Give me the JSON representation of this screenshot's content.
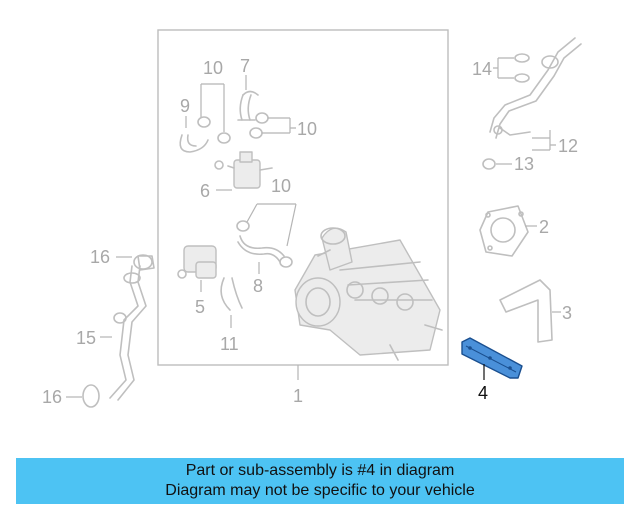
{
  "callouts": {
    "n1": "1",
    "n2": "2",
    "n3": "3",
    "n4": "4",
    "n5": "5",
    "n6": "6",
    "n7": "7",
    "n8": "8",
    "n9": "9",
    "n10a": "10",
    "n10b": "10",
    "n10c": "10",
    "n11": "11",
    "n12": "12",
    "n13": "13",
    "n14": "14",
    "n15": "15",
    "n16a": "16",
    "n16b": "16"
  },
  "highlight_color": "#4a90d9",
  "banner": {
    "line1": "Part or sub-assembly is #4 in diagram",
    "line2": "Diagram may not be specific to your vehicle",
    "color": "#4dc3f3"
  }
}
